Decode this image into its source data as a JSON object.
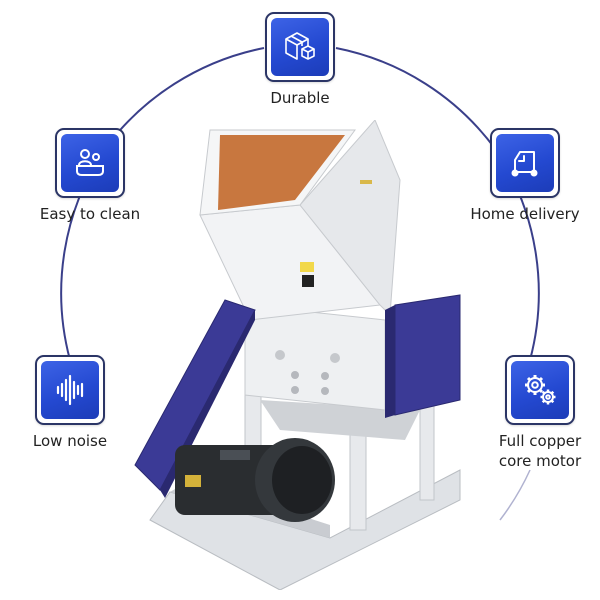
{
  "features": [
    {
      "id": "durable",
      "label": "Durable",
      "icon": "box-package-icon"
    },
    {
      "id": "easy-to-clean",
      "label": "Easy to clean",
      "icon": "bath-clean-icon"
    },
    {
      "id": "home-delivery",
      "label": "Home delivery",
      "icon": "delivery-truck-icon"
    },
    {
      "id": "low-noise",
      "label": "Low noise",
      "icon": "sound-wave-icon"
    },
    {
      "id": "full-copper-core-motor",
      "label_line1": "Full copper",
      "label_line2": "core motor",
      "icon": "gears-icon"
    }
  ],
  "colors": {
    "badge_blue": "#2449d1",
    "badge_border": "#2b3566",
    "arc_line": "#3a3f8a",
    "machine_white": "#eef0f2",
    "machine_purple": "#3b3a96",
    "hopper_orange": "#c8773f",
    "motor_black": "#2a2d30"
  },
  "product": {
    "name": "plastic crusher machine"
  }
}
